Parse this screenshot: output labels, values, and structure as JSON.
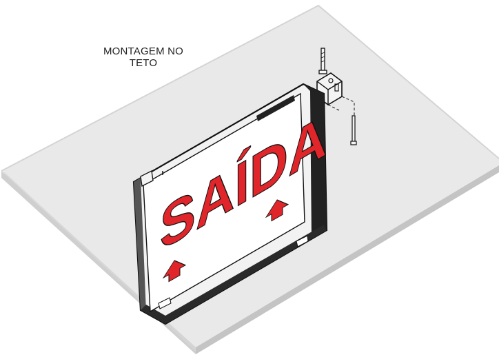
{
  "caption": {
    "line1": "MONTAGEM NO",
    "line2": "TETO"
  },
  "sign": {
    "text": "SAÍDA",
    "arrows": [
      "arrow-up",
      "arrow-up"
    ]
  },
  "colors": {
    "background": "#ffffff",
    "ceiling_fill": "#e9e9e9",
    "ceiling_edge": "#c9c9c9",
    "sign_text": "#e0262a",
    "outline": "#111111",
    "housing": "#2a2a2a"
  },
  "hardware": [
    "screw-icon",
    "mounting-bracket-icon"
  ]
}
